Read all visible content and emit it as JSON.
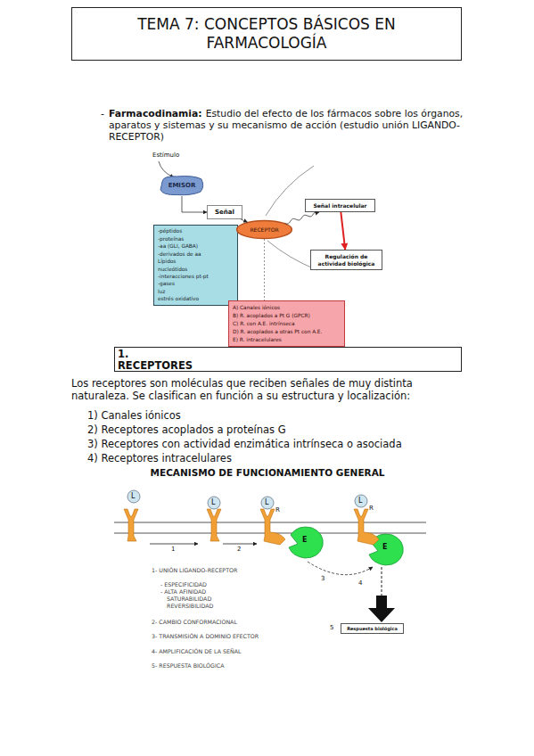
{
  "diagram": {
    "title": "TEMA 7: CONCEPTOS BÁSICOS EN FARMACOLOGÍA",
    "nodes": [
      {
        "text": [
          "EMISOR"
        ]
      },
      {
        "text": [
          "Señal"
        ]
      },
      {
        "text": [
          "-péptidos",
          "-proteínas",
          "-aa (GLI, GABA)",
          "-derivados de aa",
          "Lípidos",
          "nucleótidos",
          "-interacciones pt-pt",
          "-gases",
          "luz",
          "estrés oxidativo"
        ]
      },
      {
        "text": [
          "RECEPTOR"
        ]
      },
      {
        "text": [
          "Señal intracelular"
        ]
      },
      {
        "text": [
          "Regulación de actividad biológica"
        ]
      },
      {
        "text": [
          "A) Canales iónicos",
          "B) R. acoplados a Pt G (GPCR)",
          "C) R. con A.E. intrínseca",
          "D) R. acoplados a otras Pt con A.E.",
          "E) R. intracelulares"
        ]
      },
      {
        "text": [
          "1. RECEPTORES"
        ]
      },
      {
        "text": [
          "Respuesta biológica"
        ]
      }
    ],
    "edges": [
      {
        "from": 0,
        "to": 1,
        "arrow": "to"
      },
      {
        "from": 1,
        "to": 3,
        "arrow": "to"
      },
      {
        "from": 3,
        "to": 4,
        "arrow": "to"
      },
      {
        "from": 4,
        "to": 5,
        "arrow": "to"
      },
      {
        "from": 3,
        "to": 6,
        "arrow": "none"
      }
    ],
    "labels": [
      "Estímulo",
      "-",
      "Farmacodinamia:",
      "Estudio del efecto de los fármacos sobre los órganos, aparatos y sistemas y su mecanismo de acción (estudio unión LIGANDO-RECEPTOR)",
      "Los receptores son moléculas que reciben señales de muy distinta naturaleza. Se clasifican en función a su estructura y localización:",
      "1) Canales iónicos",
      "2) Receptores acoplados a proteínas G",
      "3) Receptores con actividad enzimática intrínseca o asociada",
      "4) Receptores intracelulares",
      "MECANISMO DE FUNCIONAMIENTO GENERAL",
      "L",
      "L",
      "L",
      "L",
      "R",
      "R",
      "E",
      "E",
      "1",
      "2",
      "3",
      "4",
      "5",
      "1- UNIÓN LIGANDO-RECEPTOR",
      "- ESPECIFICIDAD",
      "- ALTA AFINIDAD",
      "SATURABILIDAD",
      "REVERSIBILIDAD",
      "2- CAMBIO CONFORMACIONAL",
      "3- TRANSMISIÓN A DOMINIO EFECTOR",
      "4- AMPLIFICACIÓN DE LA SEÑAL",
      "5- RESPUESTA BIOLÓGICA"
    ]
  }
}
